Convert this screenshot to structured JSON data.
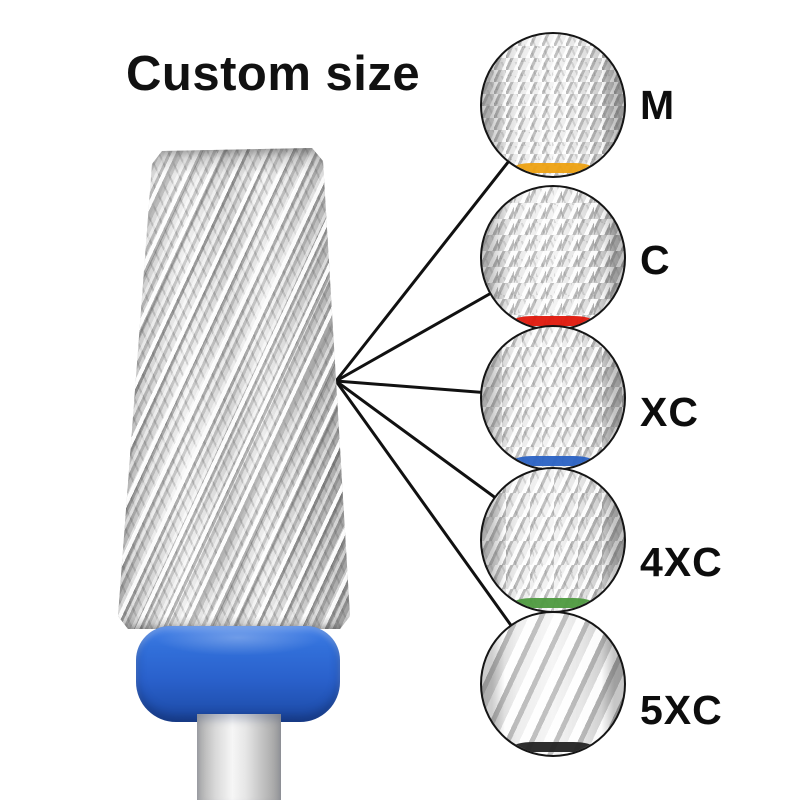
{
  "title": "Custom size",
  "grits": [
    {
      "label": "M",
      "band_color": "#eda112"
    },
    {
      "label": "C",
      "band_color": "#e0180c"
    },
    {
      "label": "XC",
      "band_color": "#2a62c4"
    },
    {
      "label": "4XC",
      "band_color": "#4e9a3f"
    },
    {
      "label": "5XC",
      "band_color": "#232323"
    }
  ],
  "colors": {
    "collar_blue": "#2a61cc",
    "line": "#111111",
    "text": "#111111"
  }
}
